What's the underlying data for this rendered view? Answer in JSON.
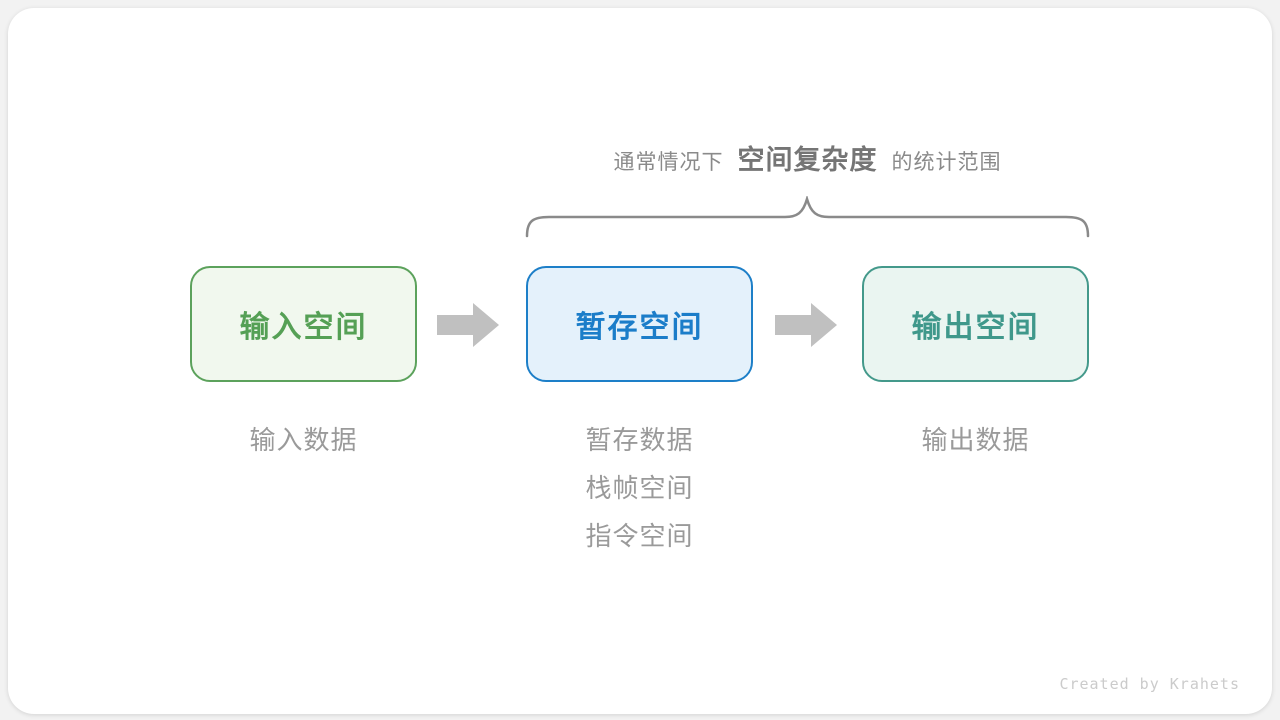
{
  "title": {
    "prefix": "通常情况下",
    "highlight": "空间复杂度",
    "suffix": "的统计范围"
  },
  "boxes": [
    {
      "label": "输入空间",
      "border_color": "#5ca25c",
      "bg_color": "#f1f8ee",
      "text_color": "#55a055",
      "notes": [
        "输入数据"
      ]
    },
    {
      "label": "暂存空间",
      "border_color": "#1d7fc8",
      "bg_color": "#e4f1fb",
      "text_color": "#1b7dc9",
      "notes": [
        "暂存数据",
        "栈帧空间",
        "指令空间"
      ]
    },
    {
      "label": "输出空间",
      "border_color": "#44998b",
      "bg_color": "#eaf5f1",
      "text_color": "#3f988b",
      "notes": [
        "输出数据"
      ]
    }
  ],
  "colors": {
    "arrow": "#c0c0c0",
    "brace": "#8a8a8a",
    "title_regular": "#8a8a8a",
    "title_bold": "#757575",
    "note_text": "#9a9a9a"
  },
  "footer": {
    "credit": "Created by Krahets"
  }
}
